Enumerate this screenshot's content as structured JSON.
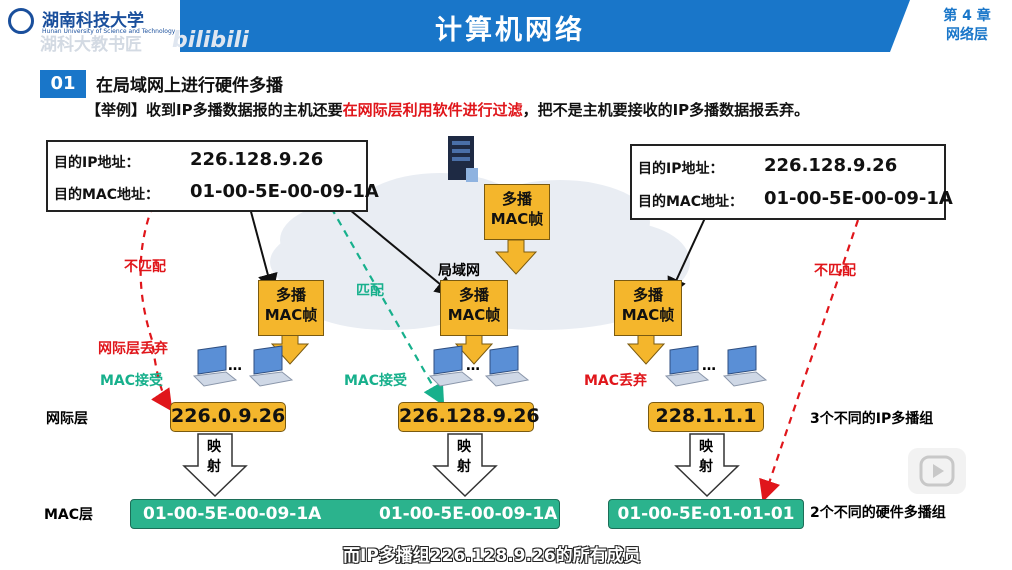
{
  "header": {
    "logo_name": "湖南科技大学",
    "logo_sub": "Hunan University of Science and Technology",
    "title": "计算机网络",
    "chapter_line1": "第 4 章",
    "chapter_line2": "网络层",
    "watermark1": "湖科大教书匠",
    "watermark2": "bilibili"
  },
  "section": {
    "number": "01",
    "title": "在局域网上进行硬件多播"
  },
  "example": {
    "prefix": "【举例】收到IP多播数据报的主机还要",
    "highlight": "在网际层利用软件进行过滤",
    "suffix": "，把不是主机要接收的IP多播数据报丢弃。"
  },
  "left_address": {
    "ip_label": "目的IP地址：",
    "ip_value": "226.128.9.26",
    "mac_label": "目的MAC地址：",
    "mac_value": "01-00-5E-00-09-1A"
  },
  "right_address": {
    "ip_label": "目的IP地址：",
    "ip_value": "226.128.9.26",
    "mac_label": "目的MAC地址：",
    "mac_value": "01-00-5E-00-09-1A"
  },
  "frames": {
    "line1": "多播",
    "line2": "MAC帧"
  },
  "lan_label": "局域网",
  "labels": {
    "mismatch_left": "不匹配",
    "match": "匹配",
    "mismatch_right": "不匹配",
    "net_drop": "网际层丢弃",
    "mac_accept_1": "MAC接受",
    "mac_accept_2": "MAC接受",
    "mac_drop": "MAC丢弃",
    "ellipsis": "…"
  },
  "layers": {
    "net": "网际层",
    "mac": "MAC层"
  },
  "ip_groups": [
    "226.0.9.26",
    "226.128.9.26",
    "228.1.1.1"
  ],
  "ip_groups_note": "3个不同的IP多播组",
  "mapping": {
    "line1": "映",
    "line2": "射"
  },
  "mac_groups": {
    "left_a": "01-00-5E-00-09-1A",
    "left_b": "01-00-5E-00-09-1A",
    "right": "01-00-5E-01-01-01"
  },
  "mac_groups_note": "2个不同的硬件多播组",
  "subtitle": "而IP多播组226.128.9.26的所有成员",
  "colors": {
    "header_blue": "#1976c9",
    "frame_orange": "#f4b62c",
    "mac_green": "#2bb38d",
    "alert_red": "#e0161b",
    "match_green": "#17b08c"
  }
}
